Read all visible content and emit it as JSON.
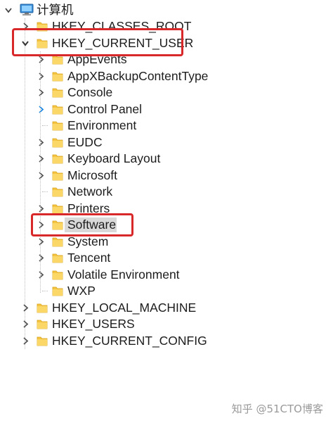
{
  "root": {
    "label": "计算机"
  },
  "hives": [
    {
      "label": "HKEY_CLASSES_ROOT",
      "expanded": false
    },
    {
      "label": "HKEY_CURRENT_USER",
      "expanded": true
    },
    {
      "label": "HKEY_LOCAL_MACHINE",
      "expanded": false
    },
    {
      "label": "HKEY_USERS",
      "expanded": false
    },
    {
      "label": "HKEY_CURRENT_CONFIG",
      "expanded": false
    }
  ],
  "current_user_children": [
    {
      "label": "AppEvents",
      "has_children": true
    },
    {
      "label": "AppXBackupContentType",
      "has_children": true
    },
    {
      "label": "Console",
      "has_children": true
    },
    {
      "label": "Control Panel",
      "has_children": true,
      "hover": true
    },
    {
      "label": "Environment",
      "has_children": false
    },
    {
      "label": "EUDC",
      "has_children": true
    },
    {
      "label": "Keyboard Layout",
      "has_children": true
    },
    {
      "label": "Microsoft",
      "has_children": true
    },
    {
      "label": "Network",
      "has_children": false
    },
    {
      "label": "Printers",
      "has_children": true
    },
    {
      "label": "Software",
      "has_children": true,
      "selected": true
    },
    {
      "label": "System",
      "has_children": true
    },
    {
      "label": "Tencent",
      "has_children": true
    },
    {
      "label": "Volatile Environment",
      "has_children": true
    },
    {
      "label": "WXP",
      "has_children": false
    }
  ],
  "watermark": "知乎 @51CTO博客",
  "colors": {
    "annotation_red": "#d9282a",
    "folder_yellow": "#f5c542",
    "selection_gray": "#d9d9d9",
    "chevron_blue": "#1e88e5"
  }
}
